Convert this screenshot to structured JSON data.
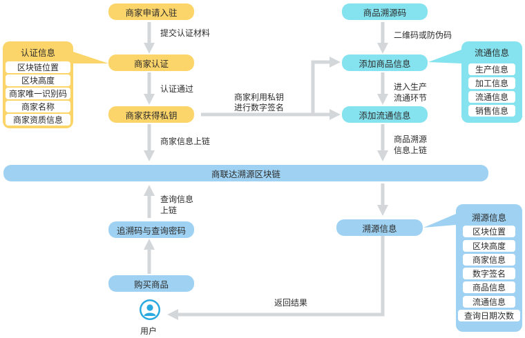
{
  "nodes": {
    "merchant_apply": "商家申请入驻",
    "merchant_auth": "商家认证",
    "merchant_key": "商家获得私钥",
    "product_code": "商品溯源码",
    "add_product": "添加商品信息",
    "add_circulation": "添加流通信息",
    "blockchain": "商联达溯源区块链",
    "trace_info": "溯源信息",
    "query_code": "追溯码与查询密码",
    "buy_product": "购买商品",
    "user": "用户"
  },
  "edge_labels": {
    "submit_materials": "提交认证材料",
    "auth_passed": "认证通过",
    "merchant_onchain": "商家信息上链",
    "private_key_sign_1": "商家利用私钥",
    "private_key_sign_2": "进行数字签名",
    "qr_code": "二维码或防伪码",
    "enter_stage_1": "进入生产",
    "enter_stage_2": "流通环节",
    "trace_onchain_1": "商品溯源",
    "trace_onchain_2": "信息上链",
    "query_onchain_1": "查询信息",
    "query_onchain_2": "上链",
    "return_result": "返回结果"
  },
  "panels": {
    "auth_info": {
      "title": "认证信息",
      "items": [
        "区块链位置",
        "区块高度",
        "商家唯一识别码",
        "商家名称",
        "商家资质信息"
      ]
    },
    "circulation_info": {
      "title": "流通信息",
      "items": [
        "生产信息",
        "加工信息",
        "流通信息",
        "销售信息"
      ]
    },
    "trace_info": {
      "title": "溯源信息",
      "items": [
        "区块位置",
        "区块高度",
        "商家信息",
        "数字签名",
        "商品信息",
        "流通信息",
        "查询日期次数"
      ]
    }
  },
  "colors": {
    "merchant": "#fcd56a",
    "product": "#84e3ef",
    "chain": "#9fd2f2",
    "connector": "#d3d7da",
    "user_icon": "#29a9e0"
  },
  "icons": {
    "user": "user-icon"
  }
}
